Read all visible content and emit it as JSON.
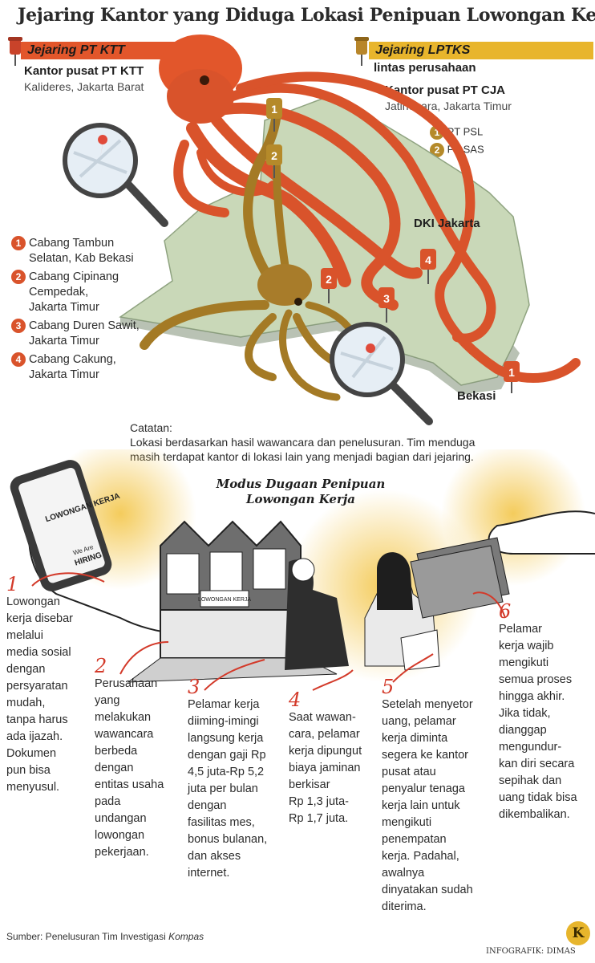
{
  "title": "Jejaring Kantor yang Diduga Lokasi Penipuan Lowongan Kerja",
  "colors": {
    "ktt": "#e2562b",
    "lptks": "#e8b52c",
    "map": "#c9d8b8",
    "step_number": "#d33a2a"
  },
  "ktt": {
    "network_label": "Jejaring PT KTT",
    "hq_label": "Kantor pusat PT KTT",
    "hq_address": "Kalideres, Jakarta Barat",
    "branches": [
      {
        "num": "1",
        "lines": [
          "Cabang Tambun",
          "Selatan, Kab Bekasi"
        ]
      },
      {
        "num": "2",
        "lines": [
          "Cabang Cipinang",
          "Cempedak,",
          "Jakarta Timur"
        ]
      },
      {
        "num": "3",
        "lines": [
          "Cabang Duren Sawit,",
          "Jakarta Timur"
        ]
      },
      {
        "num": "4",
        "lines": [
          "Cabang Cakung,",
          "Jakarta Timur"
        ]
      }
    ]
  },
  "lptks": {
    "network_label": "Jejaring LPTKS",
    "network_sub": "lintas perusahaan",
    "hq_label": "Kantor pusat PT CJA",
    "hq_address": "Jatinegara, Jakarta Timur",
    "companies": [
      {
        "num": "1",
        "name": "PT PSL"
      },
      {
        "num": "2",
        "name": "PT SAS"
      }
    ]
  },
  "map_labels": {
    "jakarta": "DKI Jakarta",
    "bekasi": "Bekasi"
  },
  "map_pins": {
    "lptks": [
      "1",
      "2"
    ],
    "ktt": [
      "2",
      "3",
      "4",
      "1"
    ]
  },
  "note": {
    "heading": "Catatan:",
    "lines": [
      "Lokasi berdasarkan hasil wawancara dan penelusuran. Tim menduga",
      "masih terdapat kantor di lokasi lain yang menjadi bagian dari jejaring."
    ]
  },
  "modus_title": [
    "Modus Dugaan Penipuan",
    "Lowongan Kerja"
  ],
  "illustration_text": {
    "phone_poster": "LOWONGAN KERJA",
    "phone_hiring": "HIRING",
    "phone_we_are": "We Are",
    "building_sign": "LOWONGAN KERJA"
  },
  "steps": [
    {
      "num": "1",
      "lines": [
        "Lowongan",
        "kerja disebar",
        "melalui",
        "media sosial",
        "dengan",
        "persyaratan",
        "mudah,",
        "tanpa harus",
        "ada ijazah.",
        "Dokumen",
        "pun bisa",
        "menyusul."
      ]
    },
    {
      "num": "2",
      "lines": [
        "Perusahaan",
        "yang",
        "melakukan",
        "wawancara",
        "berbeda",
        "dengan",
        "entitas usaha",
        "pada",
        "undangan",
        "lowongan",
        "pekerjaan."
      ]
    },
    {
      "num": "3",
      "lines": [
        "Pelamar kerja",
        "diiming-imingi",
        "langsung kerja",
        "dengan gaji Rp",
        "4,5 juta-Rp 5,2",
        "juta per bulan",
        "dengan",
        "fasilitas mes,",
        "bonus bulanan,",
        "dan akses",
        "internet."
      ]
    },
    {
      "num": "4",
      "lines": [
        "Saat wawan-",
        "cara, pelamar",
        "kerja dipungut",
        "biaya jaminan",
        "berkisar",
        "Rp 1,3 juta-",
        "Rp 1,7 juta."
      ]
    },
    {
      "num": "5",
      "lines": [
        "Setelah menyetor",
        "uang, pelamar",
        "kerja diminta",
        "segera ke kantor",
        "pusat atau",
        "penyalur tenaga",
        "kerja lain untuk",
        "mengikuti",
        "penempatan",
        "kerja. Padahal,",
        "awalnya",
        "dinyatakan sudah",
        "diterima."
      ]
    },
    {
      "num": "6",
      "lines": [
        "Pelamar",
        "kerja wajib",
        "mengikuti",
        "semua proses",
        "hingga akhir.",
        "Jika tidak,",
        "dianggap",
        "mengundur-",
        "kan diri secara",
        "sepihak dan",
        "uang tidak bisa",
        "dikembalikan."
      ]
    }
  ],
  "source": {
    "prefix": "Sumber: Penelusuran Tim Investigasi ",
    "outlet": "Kompas"
  },
  "credit": "INFOGRAFIK: DIMAS",
  "logo_letter": "K"
}
